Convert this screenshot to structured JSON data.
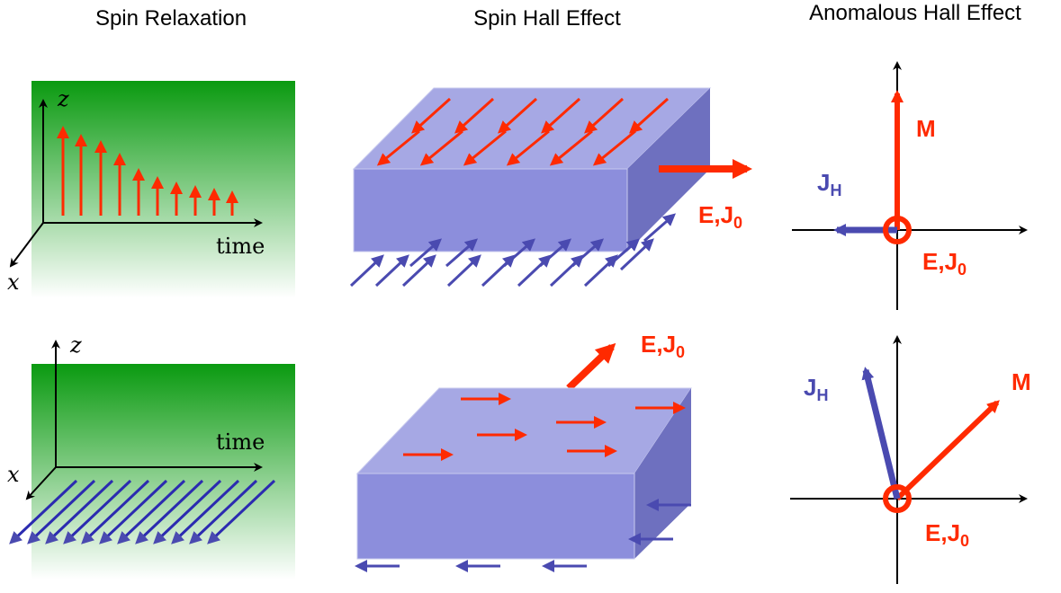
{
  "headers": {
    "spin_relaxation": "Spin Relaxation",
    "spin_hall": "Spin Hall Effect",
    "anomalous_hall": "Anomalous Hall Effect"
  },
  "relaxation_axes": {
    "z": "z",
    "x": "x",
    "time": "time"
  },
  "field_label": {
    "main": "E,J",
    "sub": "0"
  },
  "magnetization_label": "M",
  "hall_current_label": {
    "main": "J",
    "sub": "H"
  },
  "colors": {
    "spin_up": "#ff2a00",
    "spin_blue": "#4a4ab0",
    "slab_top": "#a6a8e4",
    "slab_front": "#8c8edc",
    "slab_side": "#6e70bf",
    "gradient_green": "#0a9a10"
  }
}
